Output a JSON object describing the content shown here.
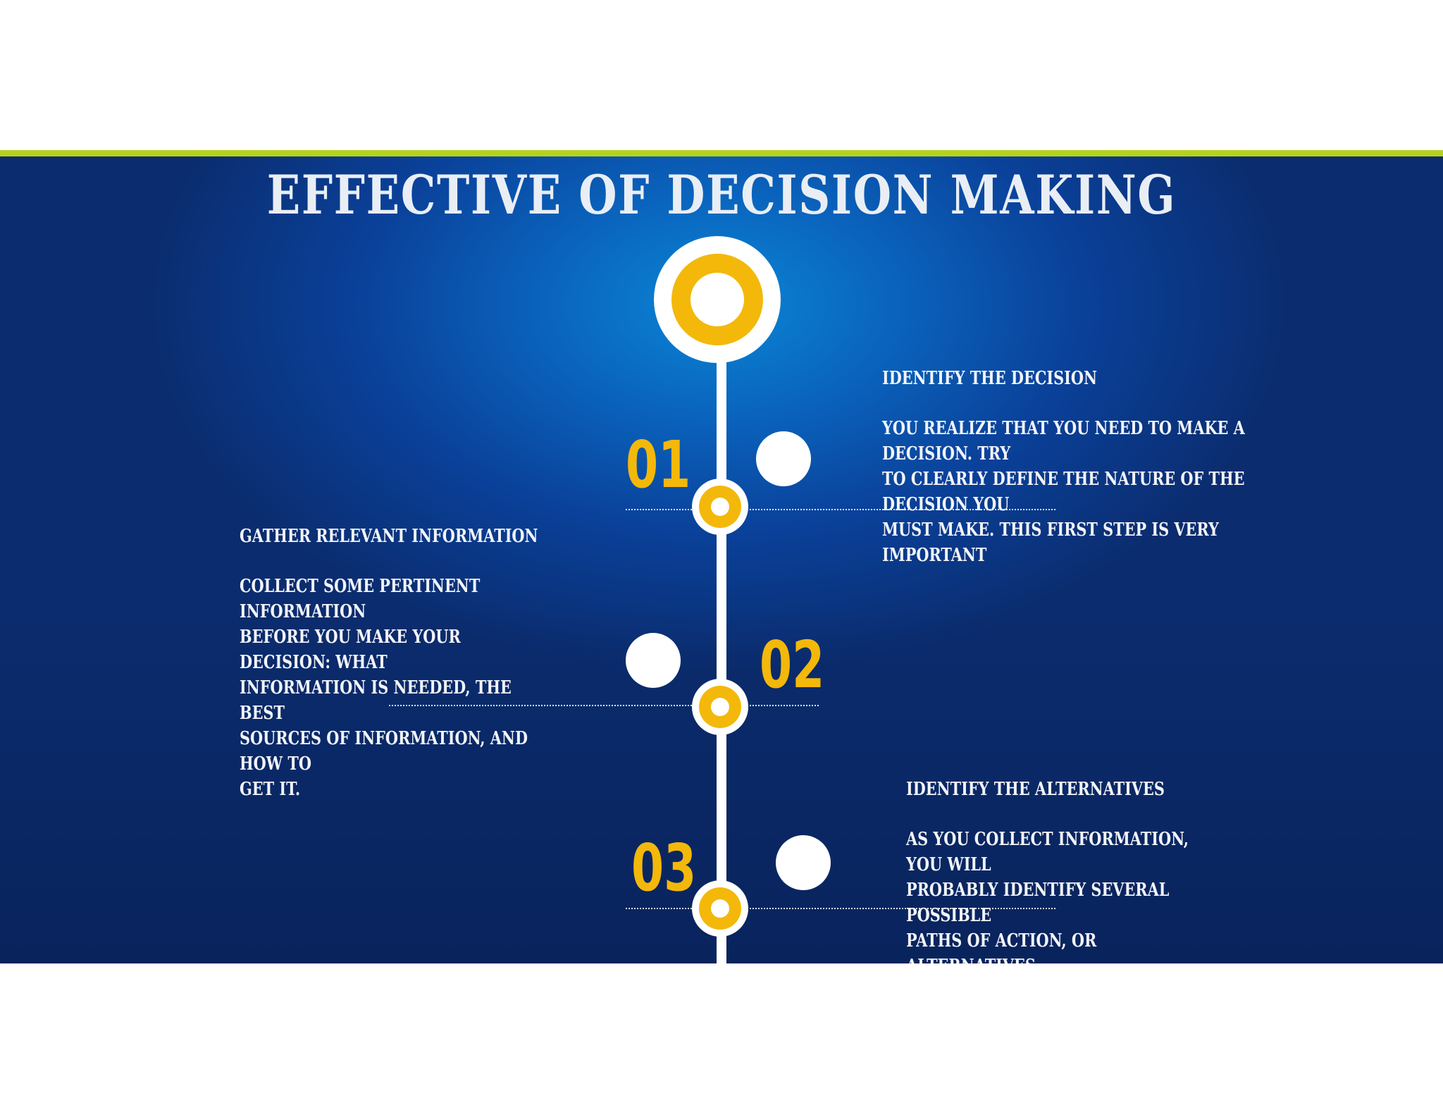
{
  "slide": {
    "title": "EFFECTIVE OF DECISION MAKING",
    "accent_color": "#b5d21d",
    "gold_color": "#f3b80a"
  },
  "steps": [
    {
      "number": "01",
      "title": "IDENTIFY THE DECISION",
      "lines": [
        "YOU REALIZE THAT YOU NEED TO MAKE A DECISION. TRY",
        "TO CLEARLY DEFINE THE NATURE OF THE DECISION YOU",
        "MUST MAKE. THIS FIRST STEP IS VERY IMPORTANT"
      ]
    },
    {
      "number": "02",
      "title": "GATHER RELEVANT INFORMATION",
      "lines": [
        "COLLECT SOME PERTINENT INFORMATION",
        "BEFORE YOU MAKE YOUR DECISION: WHAT",
        "INFORMATION IS NEEDED, THE BEST",
        "SOURCES OF INFORMATION, AND HOW TO",
        "GET IT."
      ]
    },
    {
      "number": "03",
      "title": "IDENTIFY THE ALTERNATIVES",
      "lines": [
        "AS YOU COLLECT INFORMATION, YOU WILL",
        "PROBABLY IDENTIFY SEVERAL POSSIBLE",
        "PATHS OF ACTION, OR ALTERNATIVES."
      ]
    }
  ]
}
